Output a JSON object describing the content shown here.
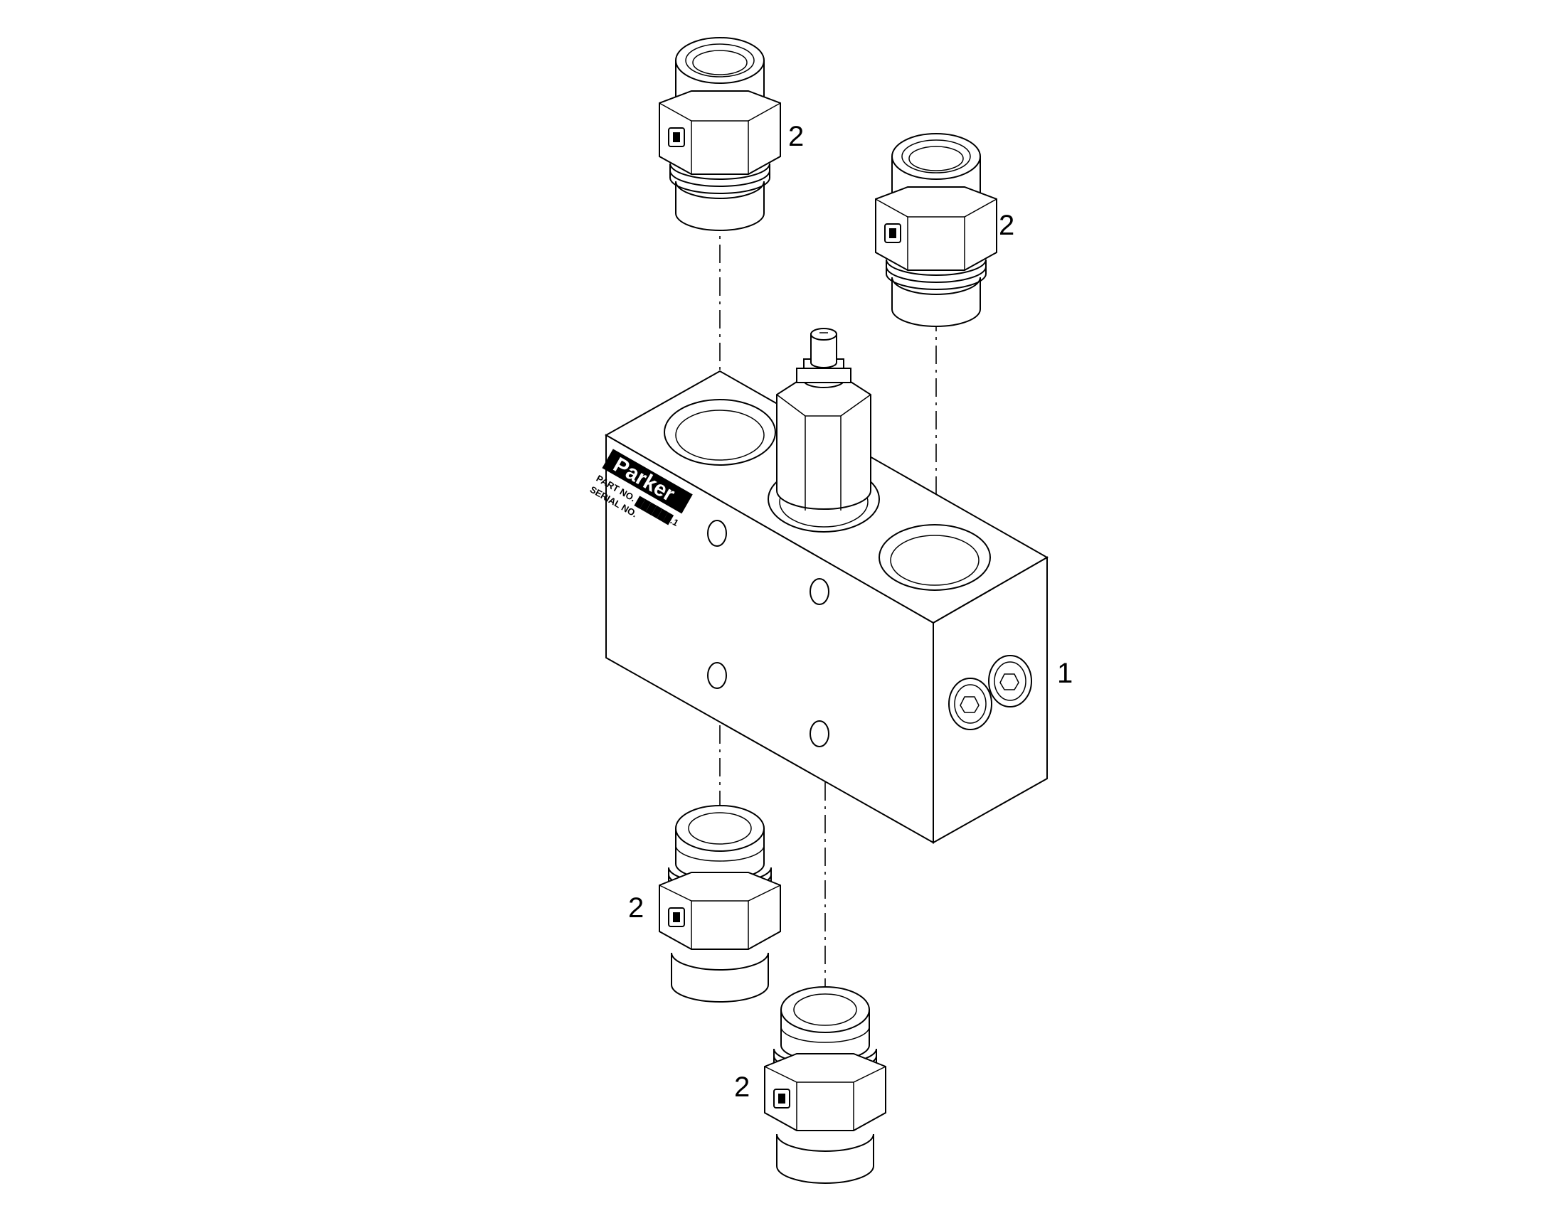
{
  "callouts": {
    "manifold": "1",
    "fitting_top_left": "2",
    "fitting_top_right": "2",
    "fitting_bottom_left": "2",
    "fitting_bottom_right": "2"
  },
  "nameplate": {
    "brand": "Parker",
    "line1": "PART NO. ██████.1",
    "line2": "SERIAL NO."
  },
  "colors": {
    "line": "#000000",
    "background": "#ffffff"
  }
}
